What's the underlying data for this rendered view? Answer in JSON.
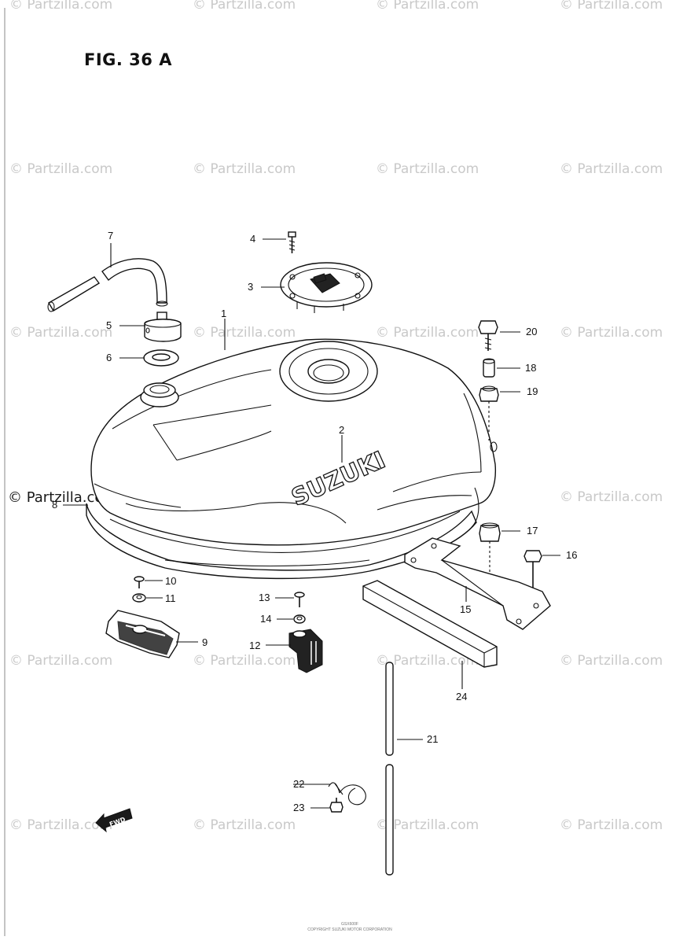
{
  "figure_title": "FIG. 36 A",
  "watermark": "© Partzilla.com",
  "logo_text": "SUZUKI",
  "fwd_label": "FWD",
  "callouts": {
    "p1": "1",
    "p2": "2",
    "p3": "3",
    "p4": "4",
    "p5": "5",
    "p6": "6",
    "p7": "7",
    "p8": "8",
    "p9": "9",
    "p10": "10",
    "p11": "11",
    "p12": "12",
    "p13": "13",
    "p14": "14",
    "p15": "15",
    "p16": "16",
    "p17": "17",
    "p18": "18",
    "p19": "19",
    "p20": "20",
    "p21": "21",
    "p22": "22",
    "p23": "23",
    "p24": "24"
  },
  "footer_text": [
    "GSX600F",
    "COPYRIGHT SUZUKI MOTOR CORPORATION"
  ]
}
